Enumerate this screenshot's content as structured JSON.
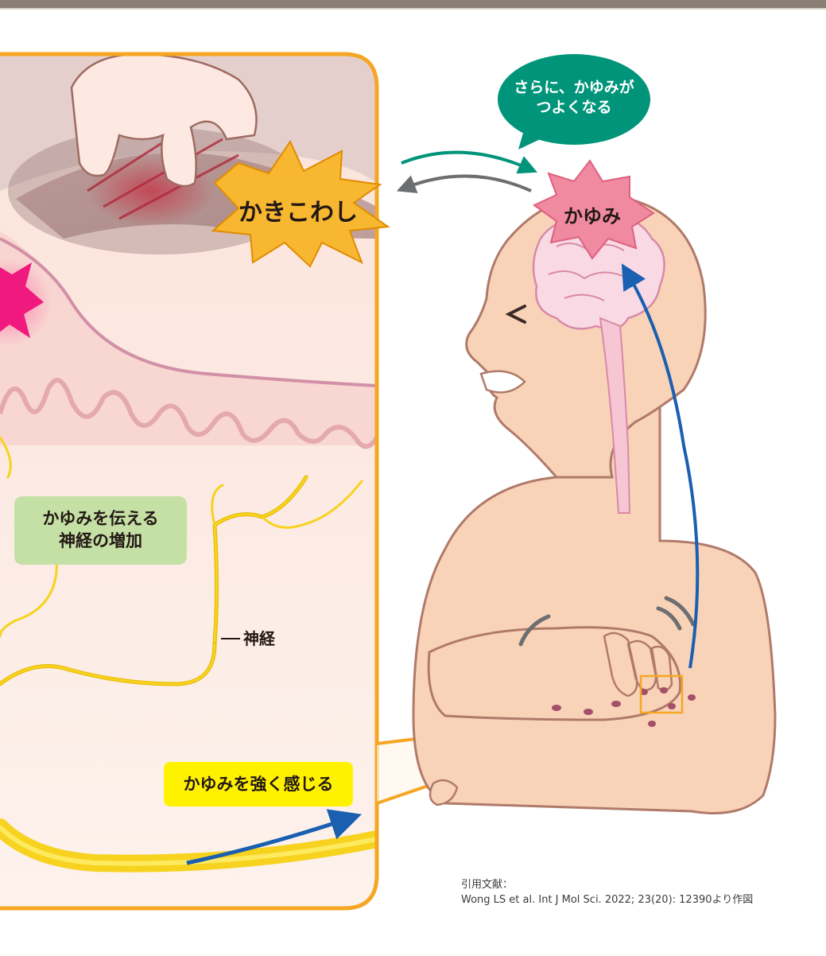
{
  "labels": {
    "scratch": "かきこわし",
    "itch": "かゆみ",
    "speech": "さらに、かゆみが\nつよくなる",
    "nerve_increase": "かゆみを伝える\n神経の増加",
    "nerve": "神経",
    "feel_strong": "かゆみを強く感じる"
  },
  "citation": {
    "heading": "引用文献：",
    "text": "Wong LS et al. Int J Mol Sci. 2022; 23(20): 12390より作図"
  },
  "colors": {
    "frame_orange": "#f5a623",
    "nerve_yellow": "#f7d21e",
    "skin_body": "#f9d3b8",
    "skin_outline": "#b07a6a",
    "burst_yellow": "#f7b731",
    "burst_pink": "#f08aa0",
    "speech_green": "#00957a",
    "green_box": "#c5e0a5",
    "yellow_box": "#fff200",
    "blue_arrow": "#1a5fb0",
    "gray_arrow": "#6d6e71"
  }
}
